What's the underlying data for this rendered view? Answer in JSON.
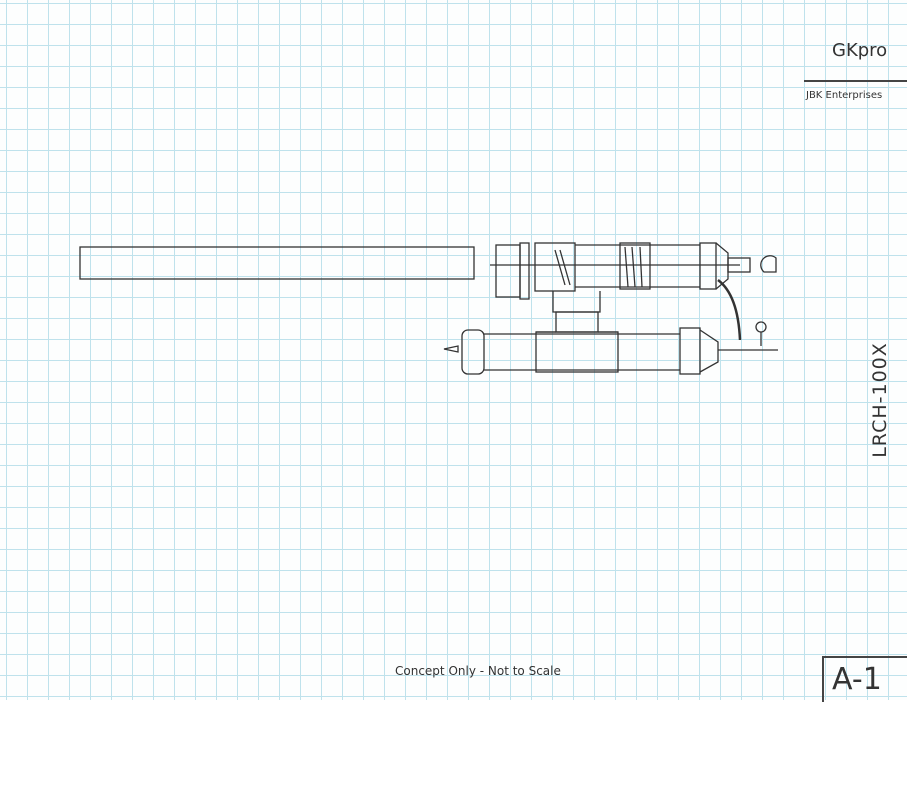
{
  "title_block": {
    "brand": "GKpro",
    "company": "JBK Enterprises",
    "sheet": "A-1"
  },
  "model": "LRCH-100X",
  "note": "Concept Only - Not to Scale"
}
